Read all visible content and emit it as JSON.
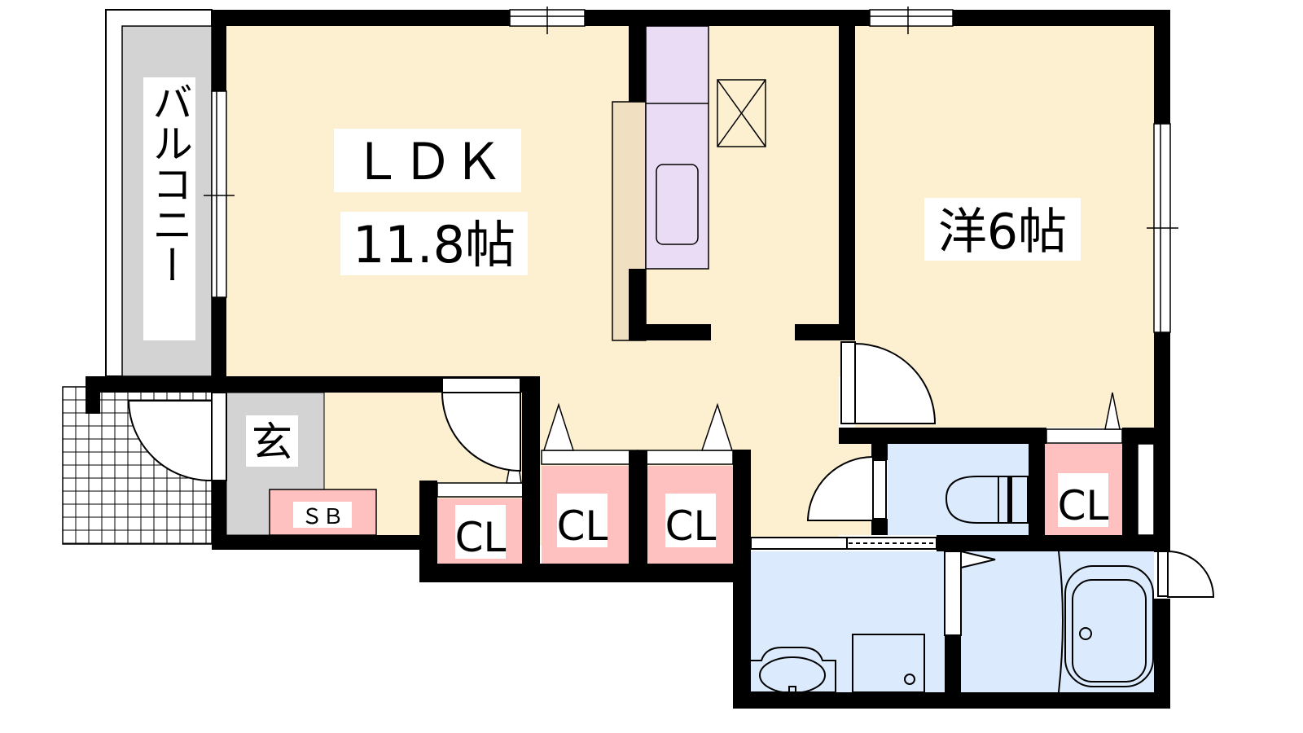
{
  "rooms": {
    "ldk_name": "ＬＤＫ",
    "ldk_size": "11.8帖",
    "western_room": "洋6帖",
    "balcony": "バルコニー",
    "entrance": "玄",
    "shoe_box": "ＳＢ",
    "closet_1": "CL",
    "closet_2": "CL",
    "closet_3": "CL",
    "closet_4": "CL"
  },
  "colors": {
    "living": "#fdf0d0",
    "wet_area": "#dbeafd",
    "closet": "#ffc0c0",
    "balcony": "#d3d3d3",
    "kitchen": "#eadcf5",
    "counter": "#f0dfc0"
  }
}
